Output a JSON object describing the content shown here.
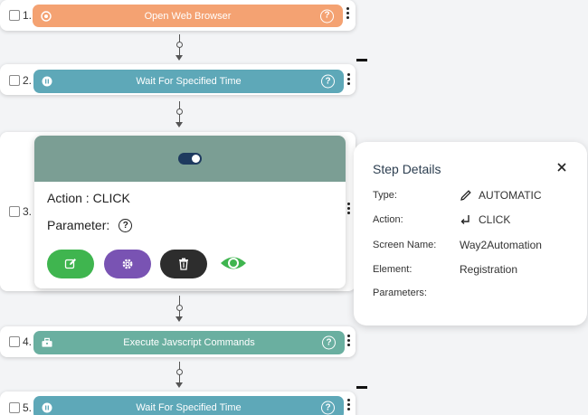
{
  "steps": [
    {
      "number": "1.",
      "label": "Open Web Browser",
      "icon": "chrome-icon",
      "color": "#f4a272"
    },
    {
      "number": "2.",
      "label": "Wait For Specified Time",
      "icon": "pause-icon",
      "color": "#5ea8b8"
    },
    {
      "number": "3.",
      "action_label": "Action : CLICK",
      "parameter_label": "Parameter:",
      "icon": "toggle-icon",
      "color": "#7b9e94"
    },
    {
      "number": "4.",
      "label": "Execute Javscript Commands",
      "icon": "toolbox-icon",
      "color": "#6aafa0"
    },
    {
      "number": "5.",
      "label": "Wait For Specified Time",
      "icon": "pause-icon",
      "color": "#5ea8b8"
    }
  ],
  "help_glyph": "?",
  "step3_buttons": [
    {
      "name": "edit-button",
      "icon": "pencil-square-icon",
      "color": "#3fb54f"
    },
    {
      "name": "settings-button",
      "icon": "gear-icon",
      "color": "#7953b3"
    },
    {
      "name": "delete-button",
      "icon": "trash-icon",
      "color": "#2d2d2d"
    },
    {
      "name": "view-button",
      "icon": "eye-icon",
      "color": "#3fb54f"
    }
  ],
  "step_details": {
    "title": "Step Details",
    "rows": [
      {
        "key": "Type:",
        "value": "AUTOMATIC",
        "icon": "pencil-icon"
      },
      {
        "key": "Action:",
        "value": "CLICK",
        "icon": "enter-arrow-icon"
      },
      {
        "key": "Screen Name:",
        "value": "Way2Automation"
      },
      {
        "key": "Element:",
        "value": "Registration"
      },
      {
        "key": "Parameters:",
        "value": ""
      }
    ]
  }
}
